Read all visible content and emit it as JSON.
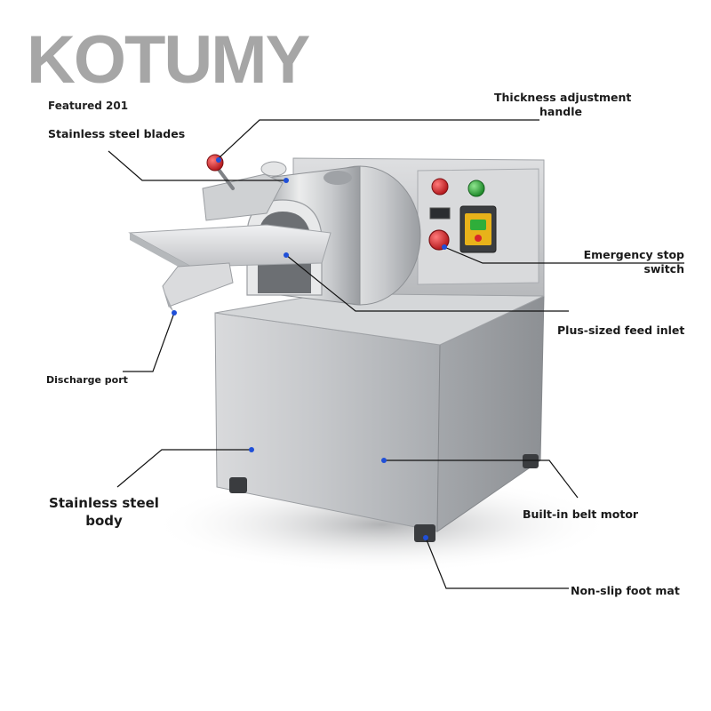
{
  "brand": {
    "logo_text": "KOTUMY",
    "featured_text": "Featured 201"
  },
  "colors": {
    "steel_light": "#e6e7e9",
    "steel_mid": "#c3c5c8",
    "steel_dark": "#8d9094",
    "leader_line": "#111111",
    "marker_dot": "#1f4fd8",
    "emergency_red": "#d8262b",
    "indicator_green": "#2fae3a",
    "switch_yellow": "#e8b21a"
  },
  "labels": {
    "blades": "Stainless steel blades",
    "thickness_line1": "Thickness adjustment",
    "thickness_line2": "handle",
    "emergency_line1": "Emergency stop",
    "emergency_line2": "switch",
    "feed_inlet": "Plus-sized feed inlet",
    "discharge": "Discharge port",
    "body_line1": "Stainless steel",
    "body_line2": "body",
    "motor": "Built-in belt motor",
    "foot_mat": "Non-slip foot mat"
  },
  "icons": {
    "red_knob": "thickness-knob-icon",
    "indicator_red": "red-indicator-light-icon",
    "indicator_green": "green-indicator-light-icon",
    "emergency_button": "emergency-stop-button-icon",
    "power_switch": "power-switch-box-icon"
  }
}
